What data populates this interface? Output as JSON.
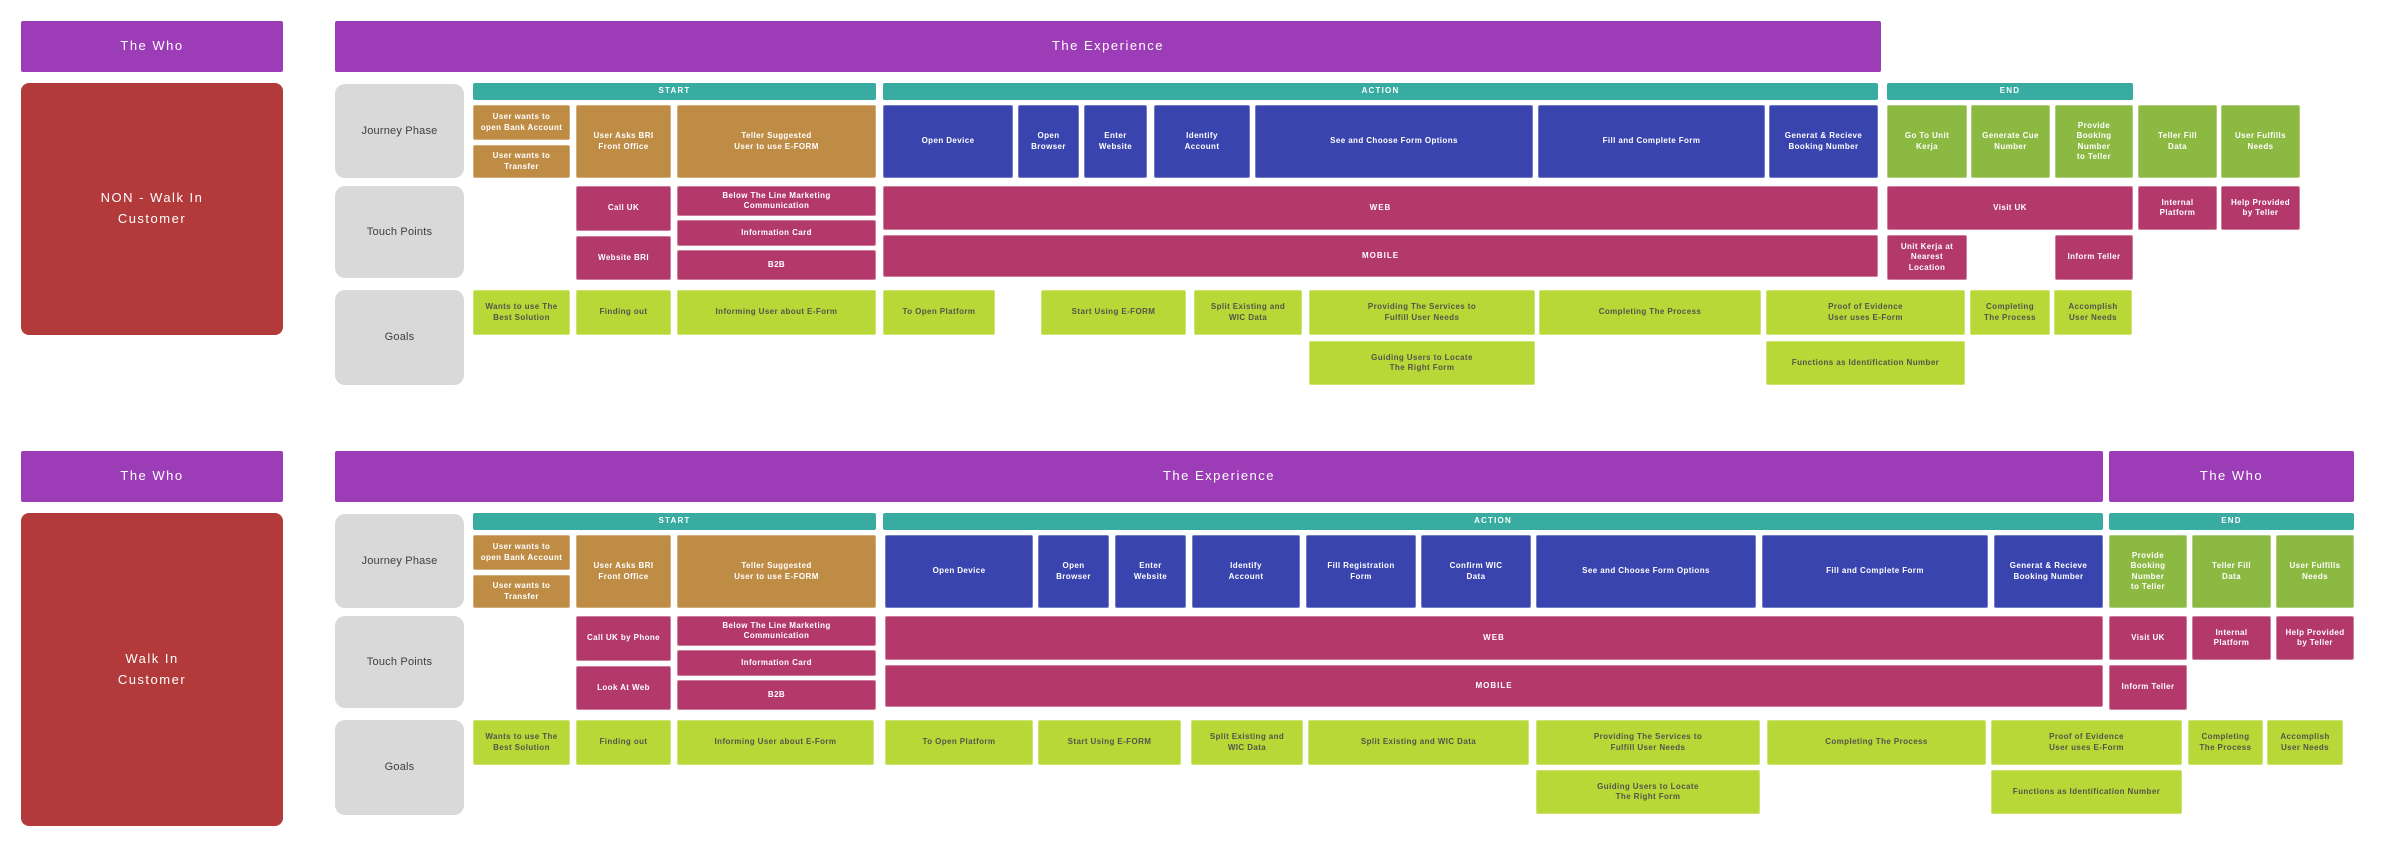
{
  "labels": {
    "who": "The Who",
    "experience": "The Experience",
    "journey_phase": "Journey Phase",
    "touch_points": "Touch Points",
    "goals": "Goals",
    "start": "START",
    "action": "ACTION",
    "end": "END"
  },
  "colors": {
    "header_purple": "#9C3CB6",
    "customer_red": "#B23A3A",
    "row_label_gray": "#D9D9D9",
    "stage_teal": "#38ACA1",
    "start_gold": "#BF8C45",
    "action_blue": "#3A44AE",
    "touchpoint_pink": "#B3396B",
    "end_olive": "#8CB942",
    "goal_lime": "#B8D837"
  },
  "sections": [
    {
      "customer": "NON - Walk In\nCustomer",
      "phases": {
        "user_open": "User wants to\nopen Bank Account",
        "user_transfer": "User wants to\nTransfer",
        "asks_bri": "User Asks BRI\nFront Office",
        "teller_suggested": "Teller Suggested\nUser to use E-FORM",
        "open_device": "Open Device",
        "open_browser": "Open\nBrowser",
        "enter_website": "Enter\nWebsite",
        "identify_account": "Identify\nAccount",
        "see_choose": "See and Choose Form Options",
        "fill_complete": "Fill and Complete Form",
        "gen_receive": "Generat & Recieve\nBooking Number",
        "go_unit_kerja": "Go To Unit\nKerja",
        "gen_cue": "Generate Cue\nNumber",
        "provide_booking": "Provide\nBooking\nNumber\nto Teller",
        "teller_fill": "Teller Fill\nData",
        "user_fulfills": "User Fulfills\nNeeds"
      },
      "touchpoints": {
        "call_uk": "Call UK",
        "website_bri": "Website BRI",
        "btl": "Below The Line Marketing\nCommunication",
        "info_card": "Information Card",
        "b2b": "B2B",
        "web": "WEB",
        "mobile": "MOBILE",
        "visit_uk": "Visit UK",
        "unit_kerja_nearest": "Unit Kerja at\nNearest\nLocation",
        "inform_teller": "Inform Teller",
        "internal_platform": "Internal\nPlatform",
        "help_provided": "Help Provided\nby Teller"
      },
      "goals": {
        "wants_best": "Wants to use The\nBest Solution",
        "finding_out": "Finding out",
        "informing": "Informing User about E-Form",
        "to_open_platform": "To Open Platform",
        "start_using": "Start Using E-FORM",
        "split_existing": "Split Existing and\nWIC Data",
        "providing": "Providing The Services to\nFulfill User Needs",
        "completing_wide": "Completing The Process",
        "proof": "Proof of Evidence\nUser uses E-Form",
        "completing_small": "Completing\nThe Process",
        "accomplish": "Accomplish\nUser Needs",
        "guiding": "Guiding Users to Locate\nThe Right Form",
        "functions": "Functions as Identification Number"
      }
    },
    {
      "customer": "Walk In\nCustomer",
      "phases": {
        "user_open": "User wants to\nopen Bank Account",
        "user_transfer": "User wants to\nTransfer",
        "asks_bri": "User Asks BRI\nFront Office",
        "teller_suggested": "Teller Suggested\nUser to use E-FORM",
        "open_device": "Open Device",
        "open_browser": "Open\nBrowser",
        "enter_website": "Enter\nWebsite",
        "identify_account": "Identify\nAccount",
        "fill_registration": "Fill Registration\nForm",
        "confirm_wic": "Confirm WIC\nData",
        "see_choose": "See and Choose Form Options",
        "fill_complete": "Fill and Complete Form",
        "gen_receive": "Generat & Recieve\nBooking Number",
        "provide_booking": "Provide\nBooking\nNumber\nto Teller",
        "teller_fill": "Teller Fill\nData",
        "user_fulfills": "User Fulfills\nNeeds"
      },
      "touchpoints": {
        "call_uk_phone": "Call UK by Phone",
        "look_at_web": "Look At Web",
        "btl": "Below The Line Marketing\nCommunication",
        "info_card": "Information Card",
        "b2b": "B2B",
        "web": "WEB",
        "mobile": "MOBILE",
        "visit_uk": "Visit UK",
        "internal_platform": "Internal\nPlatform",
        "help_provided": "Help Provided\nby Teller",
        "inform_teller": "Inform Teller"
      },
      "goals": {
        "wants_best": "Wants to use The\nBest Solution",
        "finding_out": "Finding out",
        "informing": "Informing User about E-Form",
        "to_open_platform": "To Open Platform",
        "start_using": "Start Using E-FORM",
        "split_existing": "Split Existing and\nWIC Data",
        "split_existing_wide": "Split Existing and WIC Data",
        "providing": "Providing The Services to\nFulfill User Needs",
        "completing_wide": "Completing The Process",
        "proof": "Proof of Evidence\nUser uses E-Form",
        "completing_small": "Completing\nThe Process",
        "accomplish": "Accomplish\nUser Needs",
        "guiding": "Guiding Users to Locate\nThe Right Form",
        "functions": "Functions as Identification Number"
      }
    }
  ]
}
